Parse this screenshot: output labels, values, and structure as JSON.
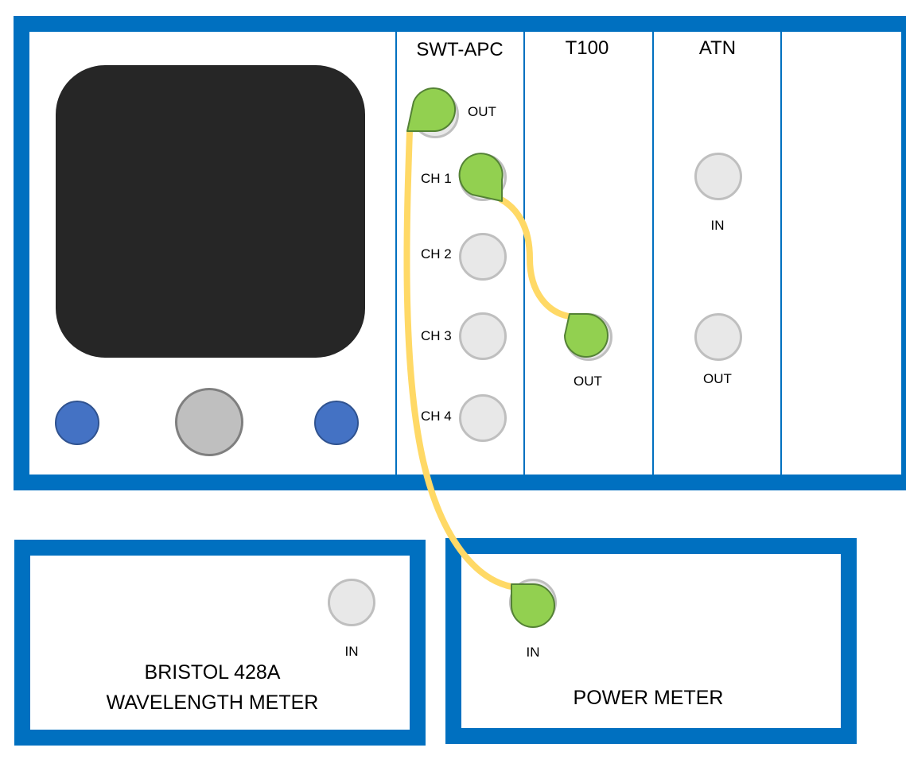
{
  "chassis": {
    "modules": [
      {
        "title": "SWT-APC",
        "ports": [
          {
            "label": "OUT",
            "connected": true
          },
          {
            "label": "CH 1",
            "connected": true
          },
          {
            "label": "CH 2",
            "connected": false
          },
          {
            "label": "CH 3",
            "connected": false
          },
          {
            "label": "CH 4",
            "connected": false
          }
        ]
      },
      {
        "title": "T100",
        "ports": [
          {
            "label": "OUT",
            "connected": true
          }
        ]
      },
      {
        "title": "ATN",
        "ports": [
          {
            "label": "IN",
            "connected": false
          },
          {
            "label": "OUT",
            "connected": false
          }
        ]
      },
      {
        "title": ""
      }
    ]
  },
  "wavelength_meter": {
    "name_line1": "BRISTOL 428A",
    "name_line2": "WAVELENGTH METER",
    "port": {
      "label": "IN",
      "connected": false
    }
  },
  "power_meter": {
    "name": "POWER METER",
    "port": {
      "label": "IN",
      "connected": true
    }
  },
  "connections": [
    {
      "from": "SWT-APC CH 1",
      "to": "T100 OUT"
    },
    {
      "from": "SWT-APC OUT",
      "to": "POWER METER IN"
    }
  ],
  "colors": {
    "frame": "#0070c0",
    "screen": "#262626",
    "button_blue": "#4472c4",
    "knob_gray": "#bfbfbf",
    "port_fill": "#e8e8e8",
    "connector_green": "#92d050",
    "fiber_yellow": "#ffd966"
  }
}
